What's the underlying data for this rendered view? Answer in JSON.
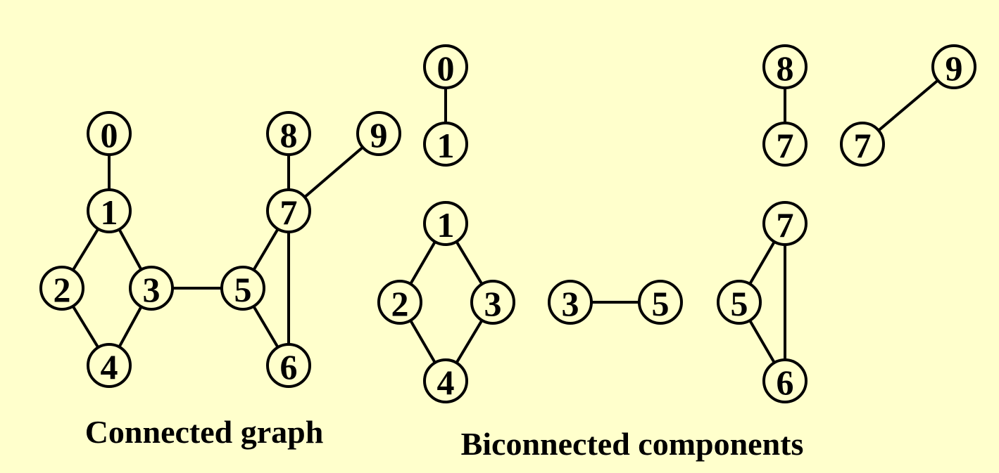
{
  "colors": {
    "background": "#FFFFCC",
    "stroke": "#000000"
  },
  "connected_graph": {
    "caption": "Connected graph",
    "nodes": [
      "0",
      "1",
      "2",
      "3",
      "4",
      "5",
      "6",
      "7",
      "8",
      "9"
    ],
    "edges": [
      [
        "0",
        "1"
      ],
      [
        "1",
        "2"
      ],
      [
        "1",
        "3"
      ],
      [
        "2",
        "4"
      ],
      [
        "3",
        "4"
      ],
      [
        "3",
        "5"
      ],
      [
        "5",
        "7"
      ],
      [
        "5",
        "6"
      ],
      [
        "7",
        "6"
      ],
      [
        "7",
        "8"
      ],
      [
        "7",
        "9"
      ]
    ]
  },
  "biconnected_components": {
    "caption": "Biconnected components",
    "components": [
      {
        "nodes": [
          "0",
          "1"
        ],
        "edges": [
          [
            "0",
            "1"
          ]
        ]
      },
      {
        "nodes": [
          "8",
          "7"
        ],
        "edges": [
          [
            "8",
            "7"
          ]
        ]
      },
      {
        "nodes": [
          "9",
          "7"
        ],
        "edges": [
          [
            "9",
            "7"
          ]
        ]
      },
      {
        "nodes": [
          "1",
          "2",
          "3",
          "4"
        ],
        "edges": [
          [
            "1",
            "2"
          ],
          [
            "1",
            "3"
          ],
          [
            "2",
            "4"
          ],
          [
            "3",
            "4"
          ]
        ]
      },
      {
        "nodes": [
          "3",
          "5"
        ],
        "edges": [
          [
            "3",
            "5"
          ]
        ]
      },
      {
        "nodes": [
          "7",
          "5",
          "6"
        ],
        "edges": [
          [
            "7",
            "5"
          ],
          [
            "5",
            "6"
          ],
          [
            "7",
            "6"
          ]
        ]
      }
    ]
  }
}
